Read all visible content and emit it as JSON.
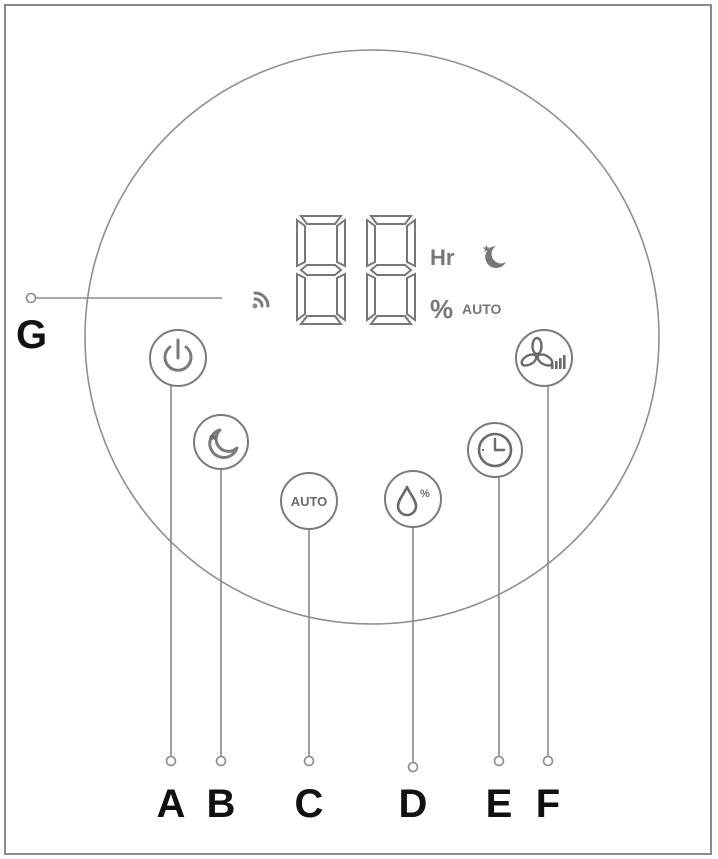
{
  "display": {
    "hours_unit": "Hr",
    "percent_unit": "%",
    "auto_indicator": "AUTO"
  },
  "buttons": {
    "auto_button_label": "AUTO",
    "humidity_button_label": "%"
  },
  "callouts": {
    "A": "A",
    "B": "B",
    "C": "C",
    "D": "D",
    "E": "E",
    "F": "F",
    "G": "G"
  },
  "colors": {
    "line": "#8a8a8a",
    "icon": "#7a7a7a",
    "label": "#111111"
  },
  "icons": {
    "A": "power-icon",
    "B": "sleep-moon-icon",
    "D": "humidity-drop-icon",
    "E": "timer-clock-icon",
    "F": "fan-speed-icon",
    "G": "wifi-indicator-icon"
  }
}
